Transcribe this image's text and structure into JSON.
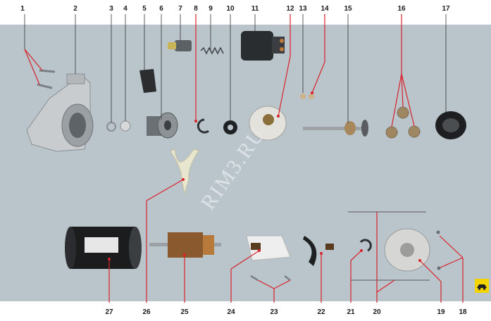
{
  "figure": {
    "watermark": "RIM3.RU",
    "callouts": [
      "1",
      "2",
      "3",
      "4",
      "5",
      "6",
      "7",
      "8",
      "9",
      "10",
      "11",
      "12",
      "13",
      "14",
      "15",
      "16",
      "17",
      "18",
      "19",
      "20",
      "21",
      "22",
      "23",
      "24",
      "25",
      "26",
      "27"
    ]
  },
  "colors": {
    "background": "#b9c4cb",
    "leader_line": "#d8232a",
    "label_text": "#1a1a1a"
  },
  "icons": {
    "corner_badge": "car-icon"
  }
}
